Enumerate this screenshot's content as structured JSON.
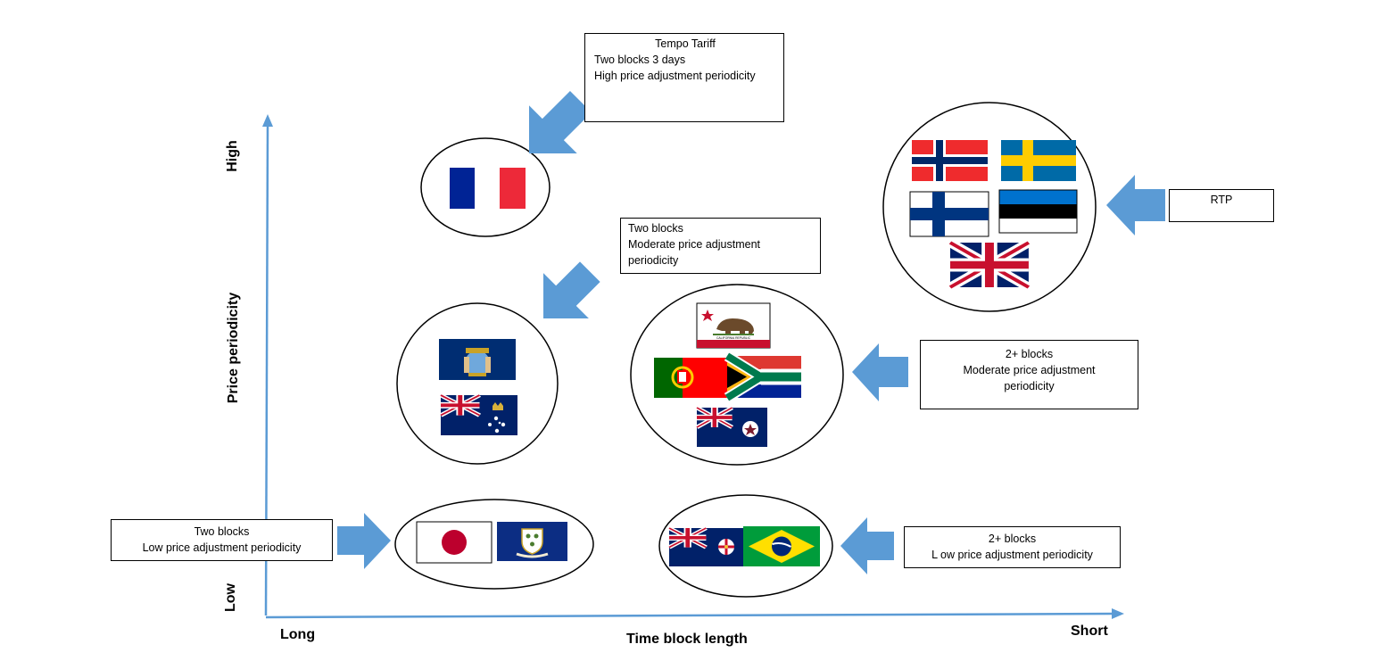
{
  "axes": {
    "y_title": "Price periodicity",
    "y_high": "High",
    "y_low": "Low",
    "x_title": "Time block length",
    "x_long": "Long",
    "x_short": "Short"
  },
  "callouts": {
    "tempo": {
      "lines": [
        "Tempo Tariff",
        "Two blocks 3 days",
        "High price adjustment periodicity"
      ]
    },
    "two_moderate": {
      "lines": [
        "Two blocks",
        "Moderate price adjustment",
        "periodicity"
      ]
    },
    "rtp": {
      "lines": [
        "RTP"
      ]
    },
    "plus_moderate": {
      "lines": [
        "2+ blocks",
        "Moderate price adjustment",
        "periodicity"
      ]
    },
    "two_low": {
      "lines": [
        "Two blocks",
        "Low price adjustment periodicity"
      ]
    },
    "plus_low": {
      "lines": [
        "2+ blocks",
        "L ow price adjustment periodicity"
      ]
    }
  },
  "flag_groups": {
    "france": [
      "France"
    ],
    "nordic_uk": [
      "Norway",
      "Sweden",
      "Finland",
      "Estonia",
      "United Kingdom"
    ],
    "ny_victoria": [
      "New York",
      "Victoria"
    ],
    "mixed_moderate": [
      "California",
      "Portugal",
      "South Africa",
      "Queensland"
    ],
    "japan_connecticut": [
      "Japan",
      "Connecticut"
    ],
    "nsw_brazil": [
      "New South Wales",
      "Brazil"
    ]
  },
  "inline_text": {
    "california_banner": "CALIFORNIA REPUBLIC"
  },
  "colors": {
    "axis": "#5b9bd5",
    "arrow": "#5b9bd5",
    "outline": "#000000"
  }
}
